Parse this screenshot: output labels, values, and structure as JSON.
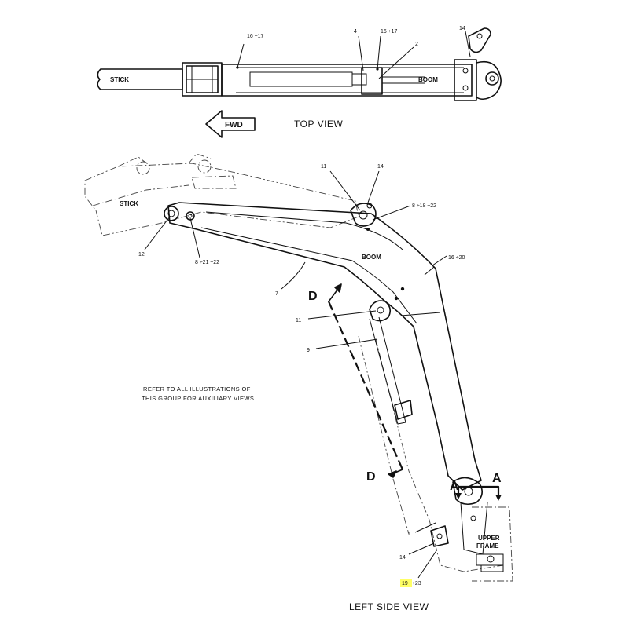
{
  "top_view": {
    "title": "TOP VIEW",
    "fwd": "FWD",
    "stick_label": "STICK",
    "boom_label": "BOOM",
    "callouts": [
      "16 ÷17",
      "4",
      "16 ÷17",
      "2",
      "14"
    ]
  },
  "side_view": {
    "title": "LEFT SIDE VIEW",
    "stick_label": "STICK",
    "boom_label": "BOOM",
    "upper_frame_line1": "UPPER",
    "upper_frame_line2": "FRAME",
    "section_d_top": "D",
    "section_d_bottom": "D",
    "section_a_left": "A",
    "section_a_right": "A",
    "note_line1": "REFER TO ALL ILLUSTRATIONS OF",
    "note_line2": "THIS GROUP FOR AUXILIARY VIEWS",
    "callouts": {
      "c11a": "11",
      "c14a": "14",
      "c8_18_22": "8 ÷18 ÷22",
      "c12": "12",
      "c8_21_22": "8 ÷21 ÷22",
      "c16_20": "16 ÷20",
      "c7": "7",
      "c11b": "11",
      "c9": "9",
      "c1": "1",
      "c14b": "14",
      "c19": "19",
      "c23": "÷23"
    }
  },
  "colors": {
    "ink": "#111111",
    "highlight": "#ffff66"
  }
}
